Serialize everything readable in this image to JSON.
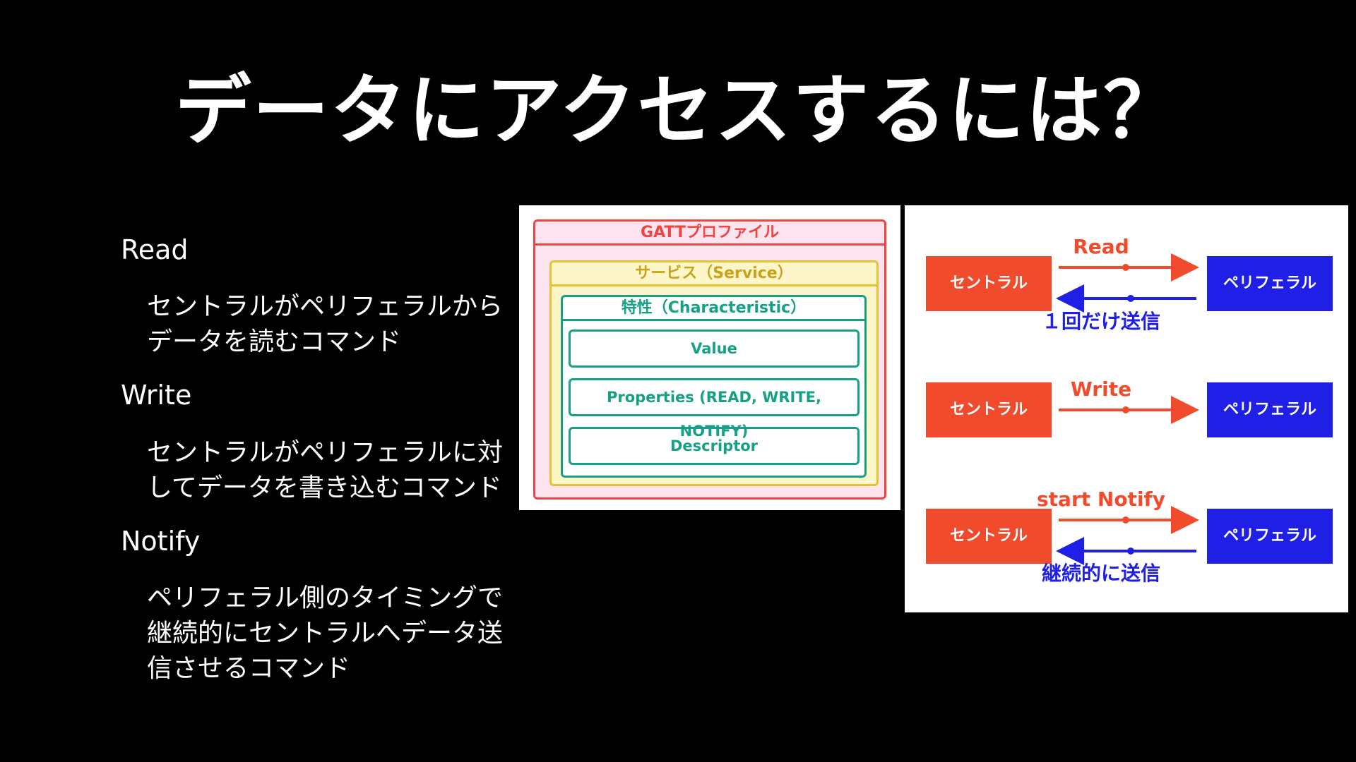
{
  "slide": {
    "title": "データにアクセスするには？"
  },
  "commands": [
    {
      "name": "Read",
      "description_lines": [
        "セントラルがペリフェラルから",
        "データを読むコマンド"
      ]
    },
    {
      "name": "Write",
      "description_lines": [
        "セントラルがペリフェラルに対",
        "してデータを書き込むコマンド"
      ]
    },
    {
      "name": "Notify",
      "description_lines": [
        "ペリフェラル側のタイミングで",
        "継続的にセントラルへデータ送",
        "信させるコマンド"
      ]
    }
  ],
  "gatt_diagram": {
    "profile_label": "GATTプロファイル",
    "service_label": "サービス（Service）",
    "characteristic_label": "特性（Characteristic）",
    "items": [
      "Value",
      "Properties (READ, WRITE, NOTIFY)",
      "Descriptor"
    ],
    "colors": {
      "profile": "#ef4444",
      "service": "#e8c22e",
      "characteristic": "#16a085"
    }
  },
  "flow_diagram": {
    "central_label": "セントラル",
    "peripheral_label": "ペリフェラル",
    "rows": [
      {
        "top_label": "Read",
        "bottom_label": "１回だけ送信"
      },
      {
        "top_label": "Write",
        "bottom_label": ""
      },
      {
        "top_label": "start Notify",
        "bottom_label": "継続的に送信"
      }
    ],
    "colors": {
      "central": "#ef4b2c",
      "peripheral": "#1f1fe6"
    }
  }
}
